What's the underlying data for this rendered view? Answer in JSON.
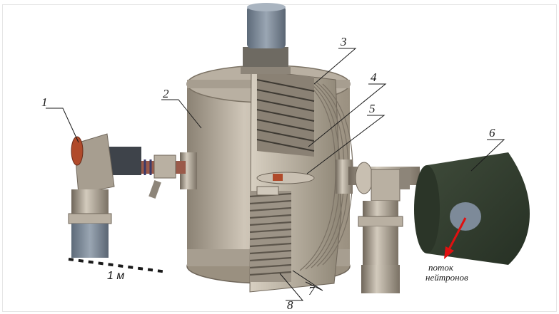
{
  "labels": [
    {
      "id": "1",
      "text": "1"
    },
    {
      "id": "2",
      "text": "2"
    },
    {
      "id": "3",
      "text": "3"
    },
    {
      "id": "4",
      "text": "4"
    },
    {
      "id": "5",
      "text": "5"
    },
    {
      "id": "6",
      "text": "6"
    },
    {
      "id": "7",
      "text": "7"
    },
    {
      "id": "8",
      "text": "8"
    }
  ],
  "scale_bar": {
    "text": "1 м"
  },
  "flux_caption": {
    "line1": "поток",
    "line2": "нейтронов"
  },
  "colors": {
    "metal": "#a59a8a",
    "metal_dark": "#6f665a",
    "metal_light": "#cfc6b8",
    "cylinder_dark": "#2f3b2c",
    "cylinder_mid": "#3e4a39",
    "cap_gray": "#7d8a99",
    "coil": "#b04a2a",
    "arrow": "#e01010"
  }
}
